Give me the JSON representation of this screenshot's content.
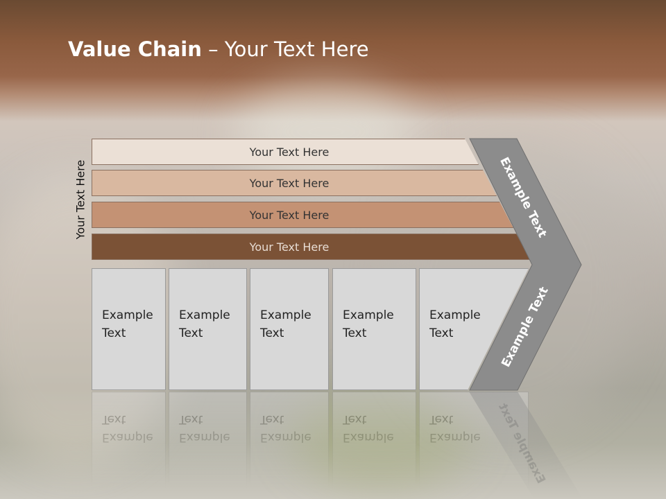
{
  "title": {
    "bold": "Value Chain",
    "rest": " – Your Text Here"
  },
  "side_label": "Your Text Here",
  "bars": [
    {
      "label": "Your Text Here",
      "color": "#ebe0d6"
    },
    {
      "label": "Your Text Here",
      "color": "#d9b8a0"
    },
    {
      "label": "Your Text Here",
      "color": "#c49274"
    },
    {
      "label": "Your Text Here",
      "color": "#7b5236"
    }
  ],
  "boxes": [
    {
      "line1": "Example",
      "line2": "Text"
    },
    {
      "line1": "Example",
      "line2": "Text"
    },
    {
      "line1": "Example",
      "line2": "Text"
    },
    {
      "line1": "Example",
      "line2": "Text"
    },
    {
      "line1": "Example",
      "line2": "Text"
    }
  ],
  "chevron": {
    "upper_text": "Example Text",
    "lower_text": "Example Text",
    "color": "#8c8c8c"
  }
}
